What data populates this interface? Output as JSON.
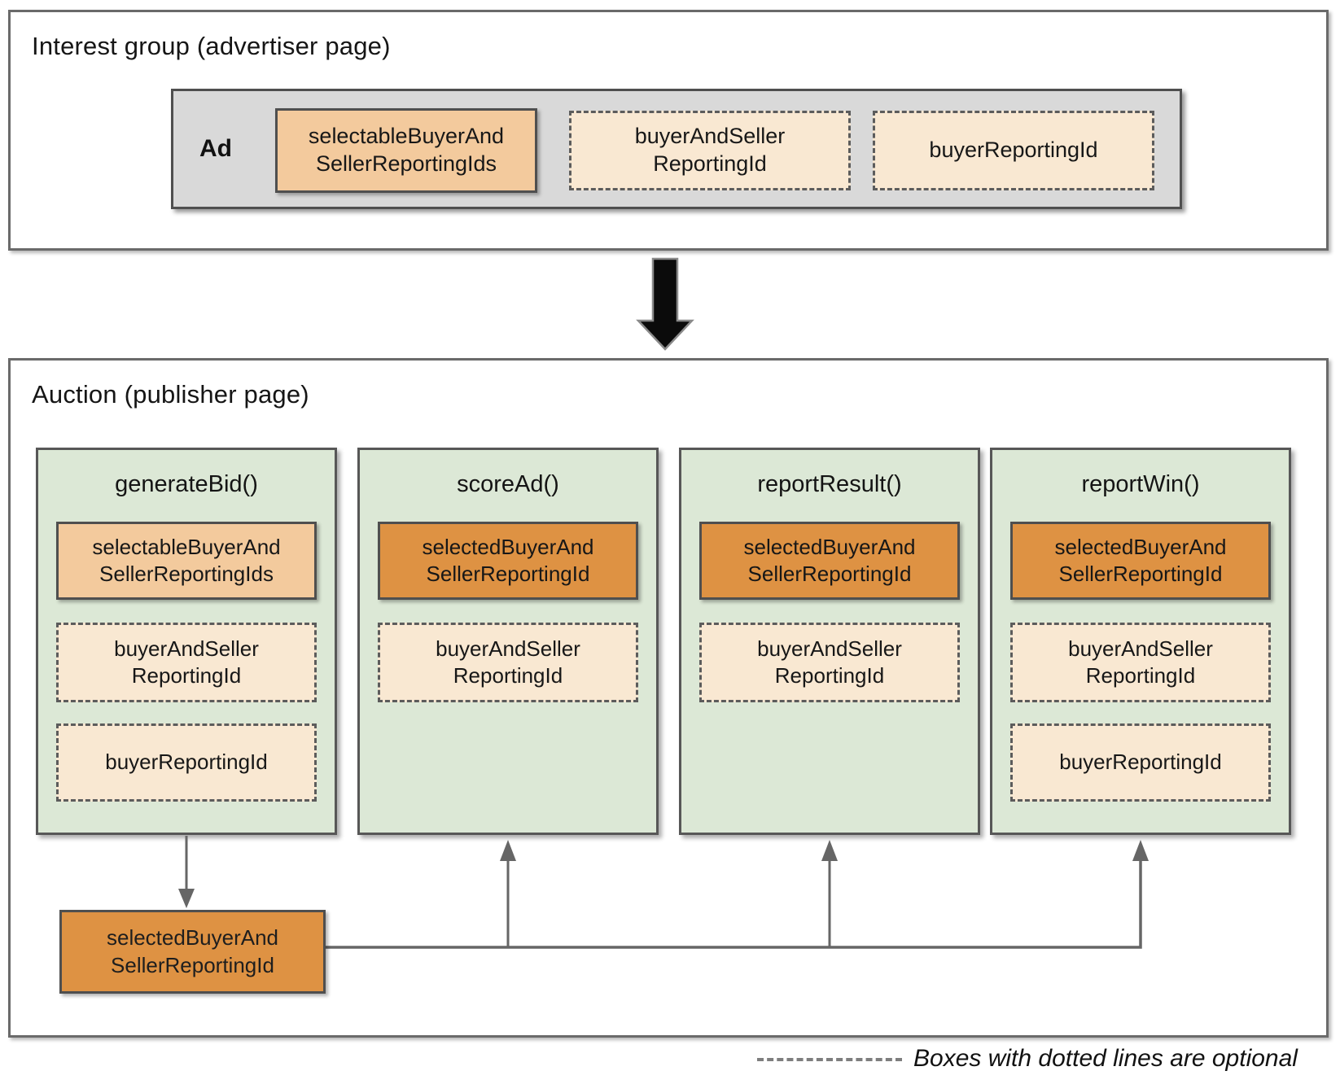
{
  "interest_group": {
    "title": "Interest group (advertiser page)",
    "ad_label": "Ad",
    "items": [
      {
        "label": "selectableBuyerAnd\nSellerReportingIds",
        "style": "solid-light",
        "optional": false
      },
      {
        "label": "buyerAndSeller\nReportingId",
        "style": "dashed",
        "optional": true
      },
      {
        "label": "buyerReportingId",
        "style": "dashed",
        "optional": true
      }
    ]
  },
  "auction": {
    "title": "Auction (publisher page)",
    "columns": [
      {
        "header": "generateBid()",
        "items": [
          {
            "label": "selectableBuyerAnd\nSellerReportingIds",
            "style": "solid-light",
            "optional": false
          },
          {
            "label": "buyerAndSeller\nReportingId",
            "style": "dashed",
            "optional": true
          },
          {
            "label": "buyerReportingId",
            "style": "dashed",
            "optional": true
          }
        ]
      },
      {
        "header": "scoreAd()",
        "items": [
          {
            "label": "selectedBuyerAnd\nSellerReportingId",
            "style": "solid-dark",
            "optional": false
          },
          {
            "label": "buyerAndSeller\nReportingId",
            "style": "dashed",
            "optional": true
          }
        ]
      },
      {
        "header": "reportResult()",
        "items": [
          {
            "label": "selectedBuyerAnd\nSellerReportingId",
            "style": "solid-dark",
            "optional": false
          },
          {
            "label": "buyerAndSeller\nReportingId",
            "style": "dashed",
            "optional": true
          }
        ]
      },
      {
        "header": "reportWin()",
        "items": [
          {
            "label": "selectedBuyerAnd\nSellerReportingId",
            "style": "solid-dark",
            "optional": false
          },
          {
            "label": "buyerAndSeller\nReportingId",
            "style": "dashed",
            "optional": true
          },
          {
            "label": "buyerReportingId",
            "style": "dashed",
            "optional": true
          }
        ]
      }
    ],
    "output_box": {
      "label": "selectedBuyerAnd\nSellerReportingId",
      "style": "solid-dark"
    }
  },
  "legend": {
    "text": "Boxes with dotted lines are optional"
  },
  "colors": {
    "light_orange": "#f3ca9d",
    "cream": "#f9e8d2",
    "dark_orange": "#de9243",
    "column_green": "#dce8d6",
    "ad_gray": "#d9d9d9",
    "line_gray": "#666666"
  }
}
